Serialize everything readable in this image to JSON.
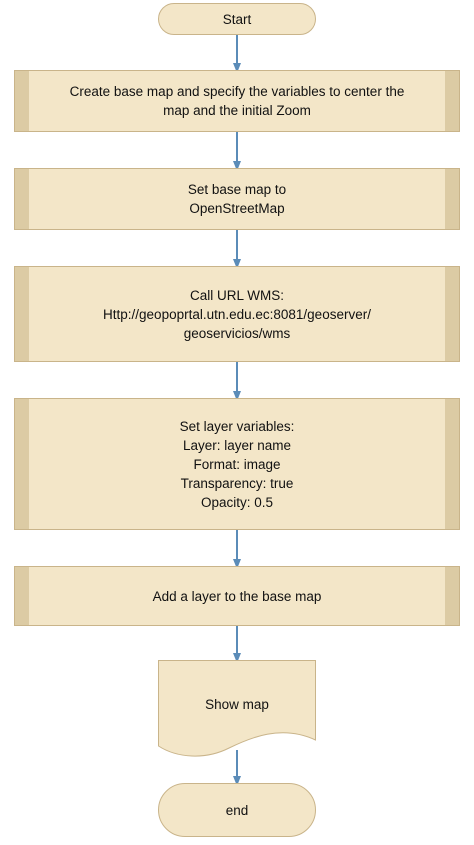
{
  "colors": {
    "fill": "#F3E6C8",
    "edge": "#DCCBA4",
    "border": "#C9B48A",
    "arrow": "#5B8CB8",
    "text": "#111111"
  },
  "nodes": [
    {
      "id": "start",
      "type": "terminal",
      "label": "Start"
    },
    {
      "id": "create",
      "type": "process",
      "label": "Create base map and specify the variables to center the\nmap and the initial Zoom"
    },
    {
      "id": "setbase",
      "type": "process",
      "label": "Set base map to\nOpenStreetMap"
    },
    {
      "id": "callwms",
      "type": "process",
      "label": "Call URL WMS:\nHttp://geopoprtal.utn.edu.ec:8081/geoserver/\ngeoservicios/wms"
    },
    {
      "id": "setlayer",
      "type": "process",
      "label": "Set layer variables:\nLayer: layer name\nFormat: image\nTransparency: true\nOpacity: 0.5"
    },
    {
      "id": "addlayer",
      "type": "process",
      "label": "Add a layer to the base map"
    },
    {
      "id": "show",
      "type": "document",
      "label": "Show map"
    },
    {
      "id": "end",
      "type": "terminal",
      "label": "end"
    }
  ],
  "edges": [
    {
      "from": "start",
      "to": "create"
    },
    {
      "from": "create",
      "to": "setbase"
    },
    {
      "from": "setbase",
      "to": "callwms"
    },
    {
      "from": "callwms",
      "to": "setlayer"
    },
    {
      "from": "setlayer",
      "to": "addlayer"
    },
    {
      "from": "addlayer",
      "to": "show"
    },
    {
      "from": "show",
      "to": "end"
    }
  ]
}
